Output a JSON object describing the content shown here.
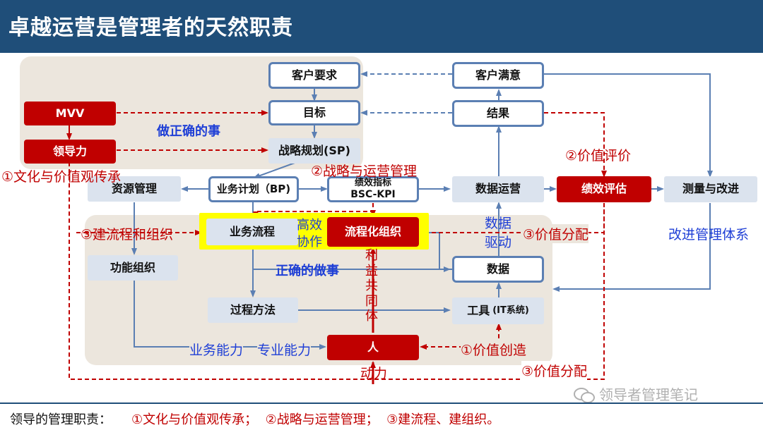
{
  "title": "卓越运营是管理者的天然职责",
  "nodes": {
    "kehuyaoqiu": "客户要求",
    "kehumanyi": "客户满意",
    "mvv": "MVV",
    "mubiao": "目标",
    "jieguo": "结果",
    "lingdaoli": "领导力",
    "zhanlue": "战略规划(SP)",
    "ziyuan": "资源管理",
    "yewujihua": "业务计划（BP)",
    "jixiao_line1": "绩效指标",
    "jixiao_line2": "BSC-KPI",
    "shujuyunying": "数据运营",
    "jixiaopingjia": "绩效评估",
    "celiang": "测量与改进",
    "yewuliucheng": "业务流程",
    "liuchenghua": "流程化组织",
    "gongneng": "功能组织",
    "shuju": "数据",
    "guocheng": "过程方法",
    "gongju_main": "工具",
    "gongju_sub": "(IT系统)",
    "ren": "人"
  },
  "labels": {
    "zuozhengque": "做正确的事",
    "zhengquezuo": "正确的做事",
    "wenhua": "①文化与价值观传承",
    "zhanlueyunying": "②战略与运营管理",
    "jianliucheng": "③建流程和组织",
    "jiazhipingjia": "②价值评价",
    "jiazhifenpei_a": "③价值分配",
    "jiazhifenpei_b": "③价值分配",
    "jiazhichuangzao": "①价值创造",
    "gaoxiao": "高效",
    "xiezuo": "协作",
    "liyi": "利益共同体",
    "shuju_a": "数据",
    "qudong": "驱动",
    "gaijin": "改进管理体系",
    "yewunengli": "业务能力",
    "zhuanyenengli": "专业能力",
    "dongli": "动力"
  },
  "footer": {
    "lead": "领导的管理职责：",
    "items": "①文化与价值观传承；  ②战略与运营管理；  ③建流程、建组织。"
  },
  "watermark": "领导者管理笔记",
  "colors": {
    "header": "#1f4e79",
    "accent_red": "#c00000",
    "text_blue": "#1f3fd6",
    "box_border": "#5b7fb3",
    "panel": "#ece6dd",
    "highlight": "#ffff00"
  }
}
